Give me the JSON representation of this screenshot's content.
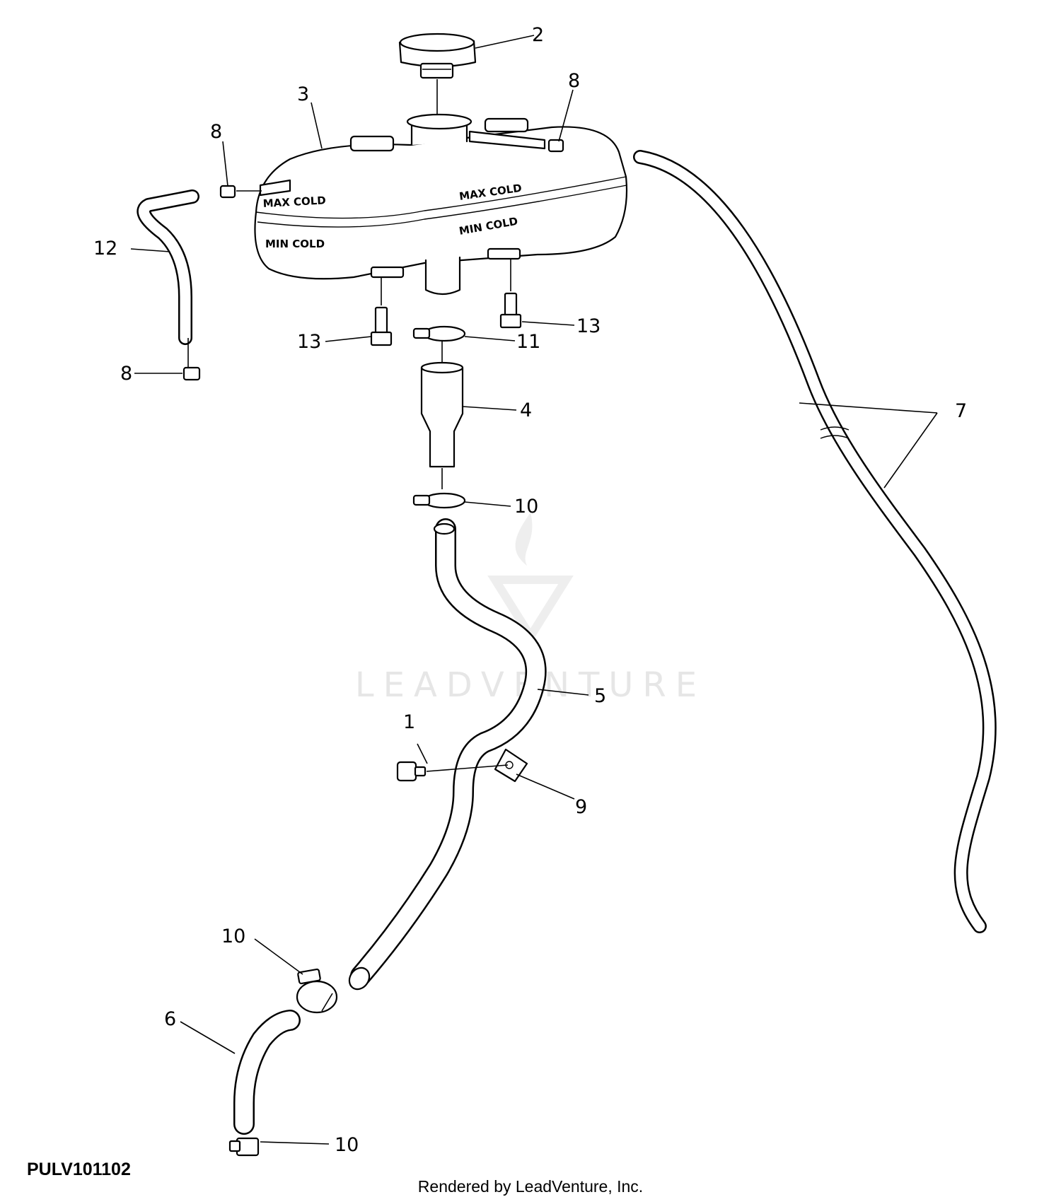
{
  "figure_id": "PULV101102",
  "footer": "Rendered by LeadVenture, Inc.",
  "watermark": "LEADVENTURE",
  "tank_markings": {
    "max_cold": "MAX COLD",
    "min_cold": "MIN COLD"
  },
  "callouts": {
    "c1": "1",
    "c2": "2",
    "c3": "3",
    "c4": "4",
    "c5": "5",
    "c6": "6",
    "c7": "7",
    "c8a": "8",
    "c8b": "8",
    "c8c": "8",
    "c9": "9",
    "c10a": "10",
    "c10b": "10",
    "c10c": "10",
    "c11": "11",
    "c12": "12",
    "c13a": "13",
    "c13b": "13"
  }
}
